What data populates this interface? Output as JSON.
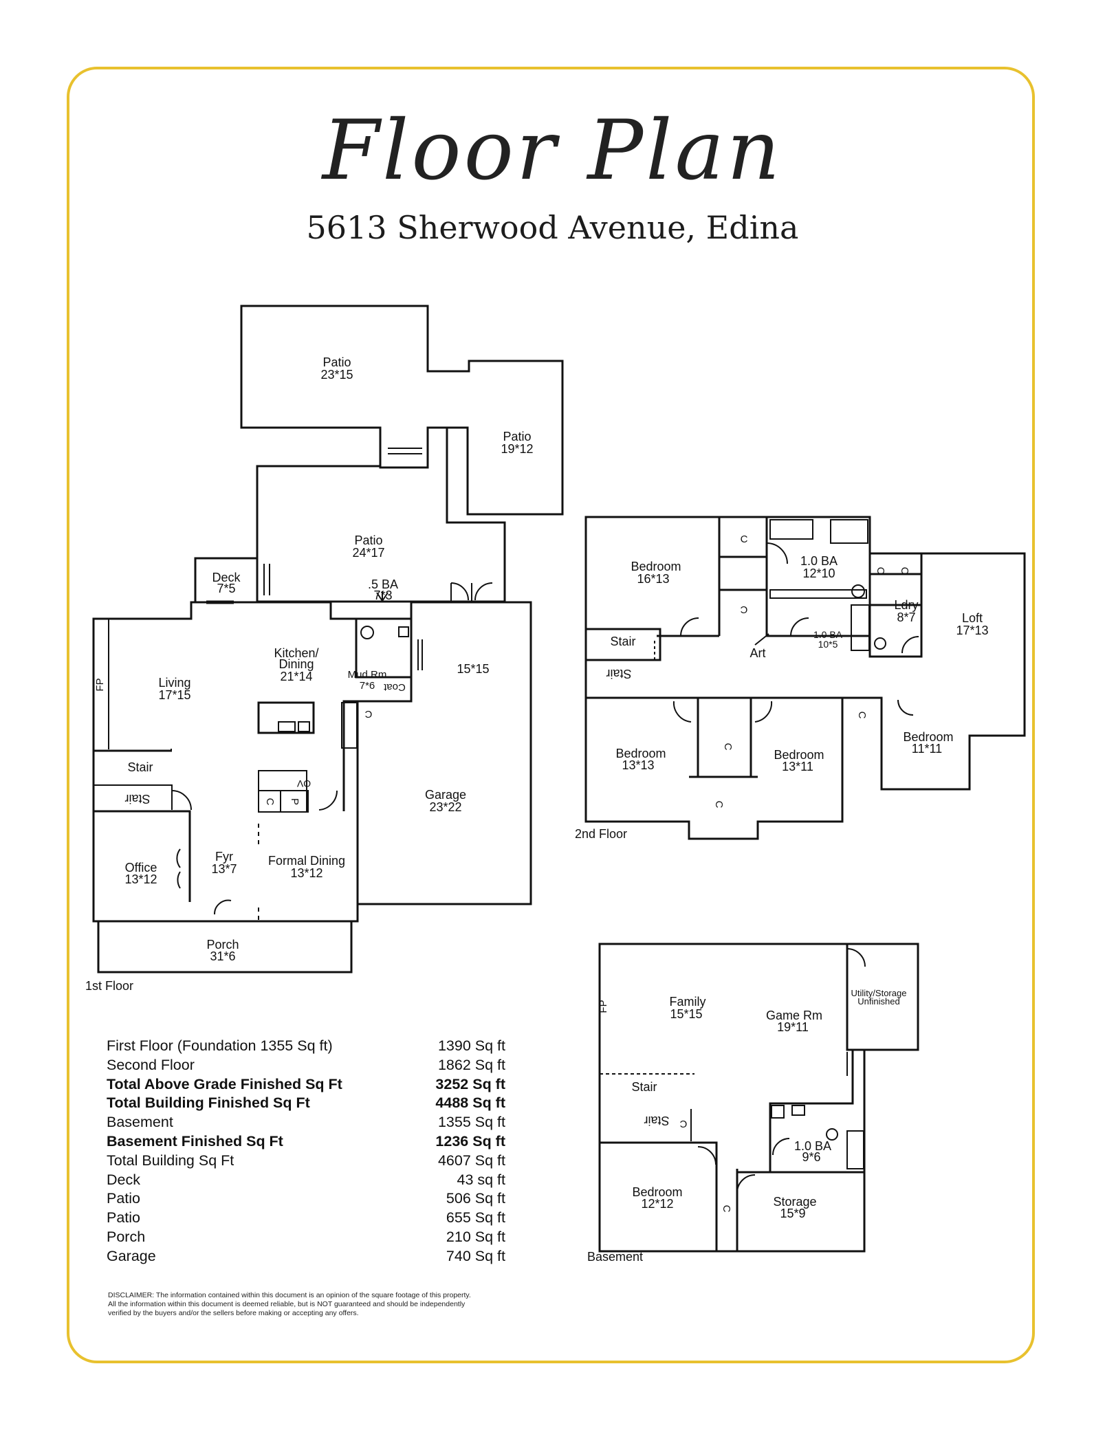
{
  "header": {
    "script_title": "Floor Plan",
    "address": "5613 Sherwood Avenue, Edina"
  },
  "floors": {
    "first": {
      "label": "1st Floor",
      "rooms": {
        "patio_a": {
          "name": "Patio",
          "dim": "23*15"
        },
        "patio_b": {
          "name": "Patio",
          "dim": "19*12"
        },
        "patio_c": {
          "name": "Patio",
          "dim": "24*17"
        },
        "deck": {
          "name": "Deck",
          "dim": "7*5"
        },
        "half_bath": {
          "name": ".5 BA",
          "dim": "7*3"
        },
        "kitchen_1": "Kitchen/",
        "kitchen_2": "Dining",
        "kitchen_dim": "21*14",
        "living": {
          "name": "Living",
          "dim": "17*15"
        },
        "mud": {
          "name": "Mud Rm",
          "dim": "7*6"
        },
        "coat": "Coat",
        "garage_upper": "15*15",
        "garage": {
          "name": "Garage",
          "dim": "23*22"
        },
        "stair": "Stair",
        "stair_flip": "Stair",
        "office": {
          "name": "Office",
          "dim": "13*12"
        },
        "foyer": {
          "name": "Fyr",
          "dim": "13*7"
        },
        "formal": {
          "name": "Formal Dining",
          "dim": "13*12"
        },
        "porch": {
          "name": "Porch",
          "dim": "31*6"
        },
        "fp": "FP",
        "c": "C",
        "p": "P",
        "ov": "OV"
      }
    },
    "second": {
      "label": "2nd Floor",
      "rooms": {
        "bed_master": {
          "name": "Bedroom",
          "dim": "16*13"
        },
        "bath_master": {
          "name": "1.0 BA",
          "dim": "12*10"
        },
        "bath_small": {
          "name": "1.0 BA",
          "dim": "10*5"
        },
        "laundry": {
          "name": "Ldry",
          "dim": "8*7"
        },
        "loft": {
          "name": "Loft",
          "dim": "17*13"
        },
        "stair": "Stair",
        "stair_flip": "Stair",
        "art": "Art",
        "bed_a": {
          "name": "Bedroom",
          "dim": "13*13"
        },
        "bed_b": {
          "name": "Bedroom",
          "dim": "13*11"
        },
        "bed_c": {
          "name": "Bedroom",
          "dim": "11*11"
        },
        "c": "C"
      }
    },
    "basement": {
      "label": "Basement",
      "rooms": {
        "family": {
          "name": "Family",
          "dim": "15*15"
        },
        "game": {
          "name": "Game Rm",
          "dim": "19*11"
        },
        "utility_1": "Utility/Storage",
        "utility_2": "Unfinished",
        "stair": "Stair",
        "stair_flip": "Stair",
        "bath": {
          "name": "1.0 BA",
          "dim": "9*6"
        },
        "bed": {
          "name": "Bedroom",
          "dim": "12*12"
        },
        "storage": {
          "name": "Storage",
          "dim": "15*9"
        },
        "fp": "FP",
        "c": "C"
      }
    }
  },
  "areas": [
    {
      "label": "First Floor (Foundation 1355 Sq ft)",
      "value": "1390 Sq ft",
      "bold": false
    },
    {
      "label": "Second Floor",
      "value": "1862 Sq ft",
      "bold": false
    },
    {
      "label": "Total Above Grade Finished Sq Ft",
      "value": "3252 Sq ft",
      "bold": true
    },
    {
      "label": "Total Building Finished Sq Ft",
      "value": "4488 Sq ft",
      "bold": true
    },
    {
      "label": "Basement",
      "value": "1355 Sq ft",
      "bold": false
    },
    {
      "label": "Basement Finished Sq Ft",
      "value": "1236 Sq ft",
      "bold": true
    },
    {
      "label": "Total Building Sq Ft",
      "value": "4607 Sq ft",
      "bold": false
    },
    {
      "label": "Deck",
      "value": "43 sq ft",
      "bold": false
    },
    {
      "label": "Patio",
      "value": "506 Sq ft",
      "bold": false
    },
    {
      "label": "Patio",
      "value": "655 Sq ft",
      "bold": false
    },
    {
      "label": "Porch",
      "value": "210 Sq ft",
      "bold": false
    },
    {
      "label": "Garage",
      "value": "740 Sq ft",
      "bold": false
    }
  ],
  "disclaimer": {
    "line1": "DISCLAIMER: The information contained within this document is an opinion of the square footage of this property.",
    "line2": "All the information within this document is deemed reliable, but is NOT guaranteed and should be independently",
    "line3": "verified by the buyers and/or the sellers before making or accepting any offers."
  },
  "colors": {
    "frame": "#e8c12e",
    "ink": "#111111"
  }
}
